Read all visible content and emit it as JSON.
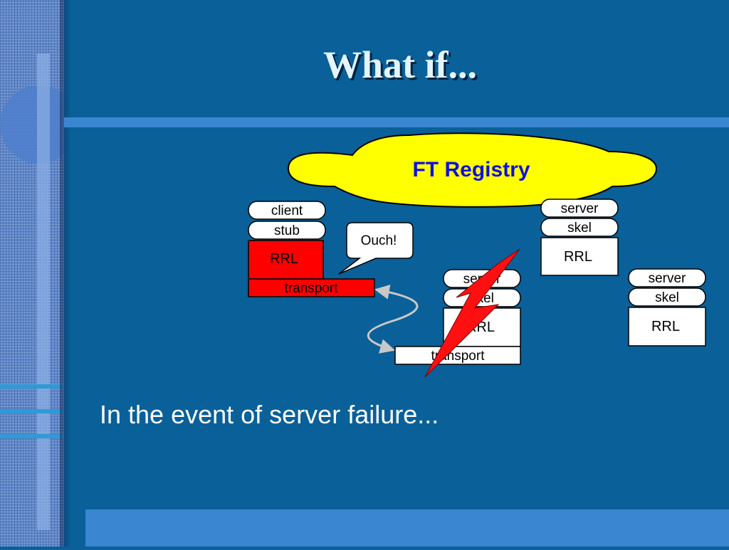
{
  "slide": {
    "title": "What if...",
    "caption": "In the event of server failure..."
  },
  "diagram": {
    "registry": "FT Registry",
    "client": {
      "client": "client",
      "stub": "stub",
      "rrl": "RRL",
      "transport": "transport",
      "callout": "Ouch!"
    },
    "failed_server": {
      "server": "server",
      "skel": "skel",
      "rrl": "RRL",
      "transport": "transport"
    },
    "replica_1": {
      "server": "server",
      "skel": "skel",
      "rrl": "RRL"
    },
    "replica_2": {
      "server": "server",
      "skel": "skel",
      "rrl": "RRL"
    }
  },
  "colors": {
    "background": "#0a6099",
    "registry_fill": "#ffff00",
    "registry_text": "#1010e0",
    "failed_fill": "#ff0000",
    "lightning": "#ff1010"
  }
}
